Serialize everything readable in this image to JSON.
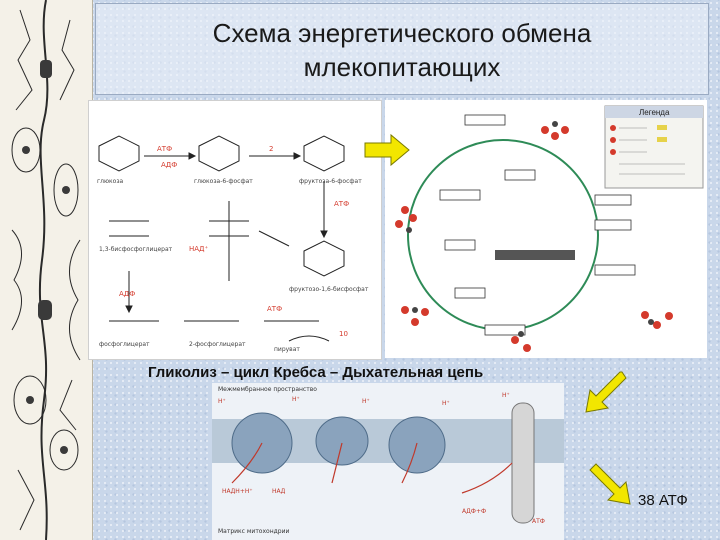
{
  "slide": {
    "title_line1": "Схема энергетического обмена",
    "title_line2": "млекопитающих",
    "caption": "Гликолиз – цикл Кребса – Дыхательная цепь",
    "result": "38 АТФ"
  },
  "krebs": {
    "legend_title": "Легенда"
  },
  "arrow_color": "#f2e600",
  "accent_red": "#d43a2c",
  "krebs_cycle_color": "#2e8b57"
}
